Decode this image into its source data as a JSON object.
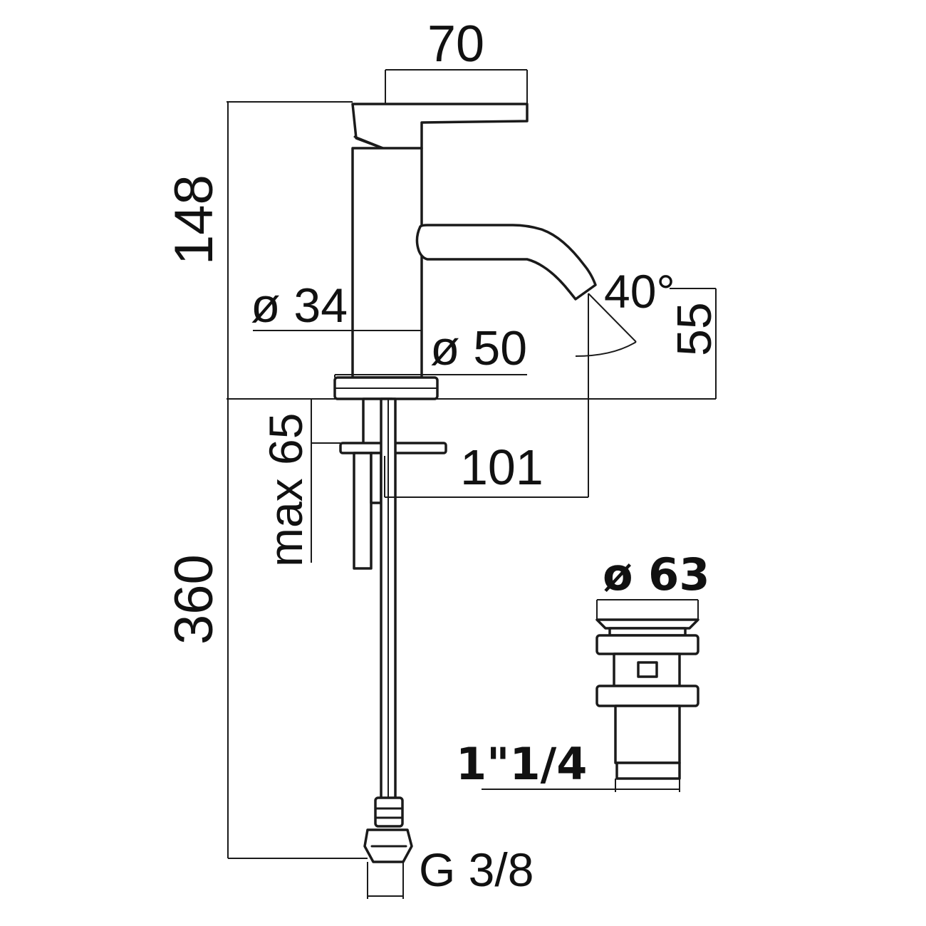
{
  "dimensions": {
    "width_top": "70",
    "height_body": "148",
    "diameter_body": "ø 34",
    "diameter_base": "ø 50",
    "spout_angle": "40°",
    "spout_height": "55",
    "max_thickness": "max 65",
    "spout_reach": "101",
    "hose_length": "360",
    "hose_connector": "G 3/8",
    "waste_diameter": "ø 63",
    "waste_thread": "1\"1/4"
  },
  "colors": {
    "line": "#1a1a1a",
    "background": "#ffffff"
  }
}
